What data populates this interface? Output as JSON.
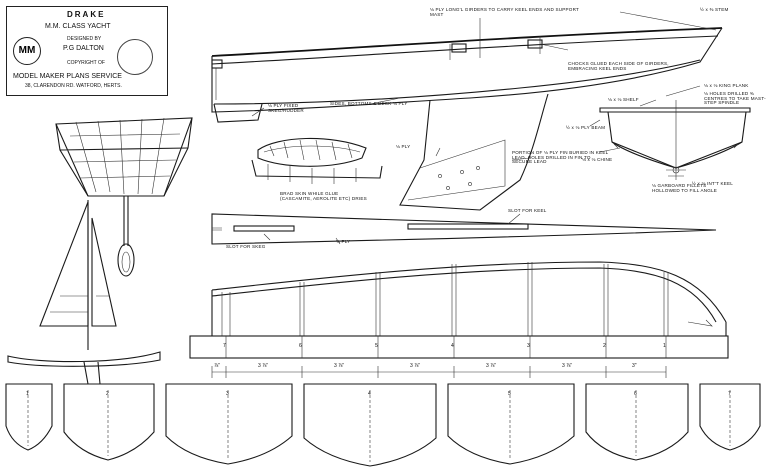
{
  "title_block": {
    "name": "DRAKE",
    "class": "M.M. CLASS YACHT",
    "designed_by_label": "DESIGNED BY",
    "designer": "P.G DALTON",
    "copyright_label": "COPYRIGHT OF",
    "publisher": "MODEL MAKER PLANS SERVICE",
    "address": "38, CLARENDON RD. WATFORD, HERTS."
  },
  "labels": {
    "stem": "½ x ⅜ STEM",
    "girders": "⅛ PLY LONG'L GIRDERS TO CARRY KEEL ENDS AND SUPPORT MAST",
    "chocks": "CHOCKS GLUED EACH SIDE OF GIRDERS, EMBRACING KEEL ENDS",
    "skeg": "⅛ PLY FIXED SKEG/RUDDER",
    "sides": "SIDES, BOTTOMS & DECK ⅛ PLY",
    "ply_fin": "⅛ PLY",
    "fin_portion": "PORTION OF ⅛ PLY FIN BURIED IN KEEL LEAD. HOLES DRILLED IN FIN TO SECURE LEAD",
    "glue": "BRAD SKIN WHILE GLUE (CASCAMITE, AEROLITE ETC) DRIES",
    "shelf": "⅛ x ⅛ SHELF",
    "king_plank": "⅛ x ⅛ KING PLANK",
    "holes_spindle": "⅛ HOLES DRILLED ⅜ CENTRES TO TAKE MAST-STEP SPINDLE",
    "ply_beam": "½ x ⅛ PLY BEAM",
    "chine": "⅛ x ⅛ CHINE",
    "intt_keel": "½ x ⅛ INT'T KEEL",
    "garboard": "⅛ GARBOARD FILLETS HOLLOWED TO FILL ANGLE",
    "slot_keel": "SLOT FOR KEEL",
    "slot_skeg": "SLOT FOR SKEG",
    "ply_girder": "⅛ PLY"
  },
  "station_numbers": [
    "7",
    "6",
    "5",
    "4",
    "3",
    "2",
    "1"
  ],
  "spacings": [
    "⅞\"",
    "3 ⅞\"",
    "3 ⅞\"",
    "3 ⅞\"",
    "3 ⅞\"",
    "3 ⅞\"",
    "3\""
  ]
}
